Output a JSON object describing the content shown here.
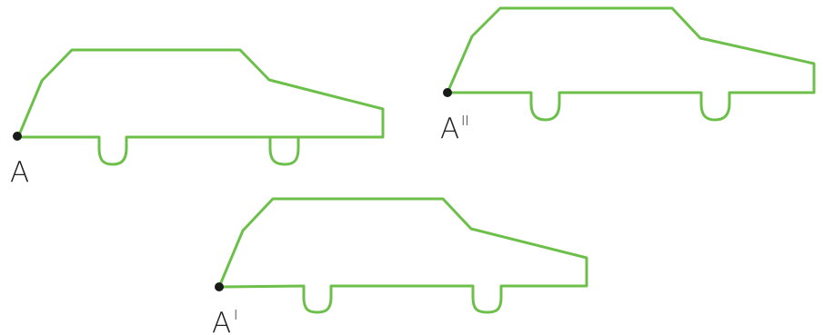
{
  "style": {
    "outline_color": "#6cc04a",
    "point_color": "#1a1a1a",
    "label_color": "#222222"
  },
  "figures": [
    {
      "id": "original",
      "point_label": "A",
      "prime_mark": ""
    },
    {
      "id": "image-1",
      "point_label": "A",
      "prime_mark": "I"
    },
    {
      "id": "image-2",
      "point_label": "A",
      "prime_mark": "II"
    }
  ]
}
